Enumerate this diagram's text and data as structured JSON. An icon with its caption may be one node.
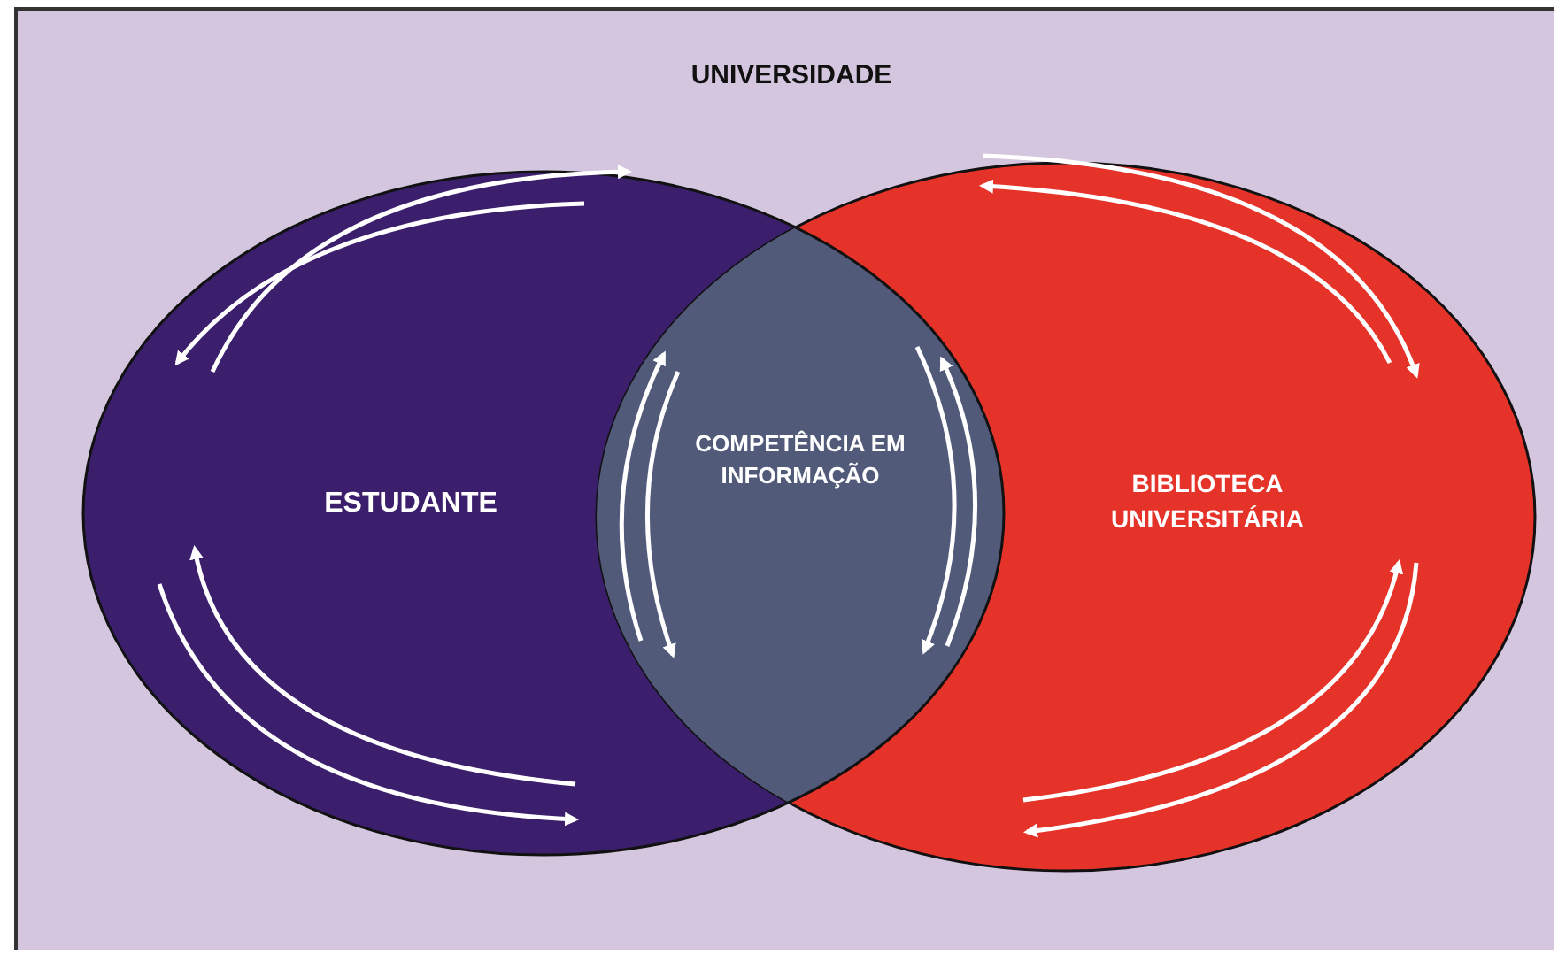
{
  "diagram": {
    "nodes": [
      {
        "text": [
          "UNIVERSIDADE"
        ]
      },
      {
        "text": [
          "ESTUDANTE"
        ],
        "in": 0
      },
      {
        "text": [
          "BIBLIOTECA UNIVERSITÁRIA"
        ],
        "in": 0
      },
      {
        "text": [
          "COMPETÊNCIA EM INFORMAÇÃO"
        ],
        "in": 0
      }
    ]
  }
}
